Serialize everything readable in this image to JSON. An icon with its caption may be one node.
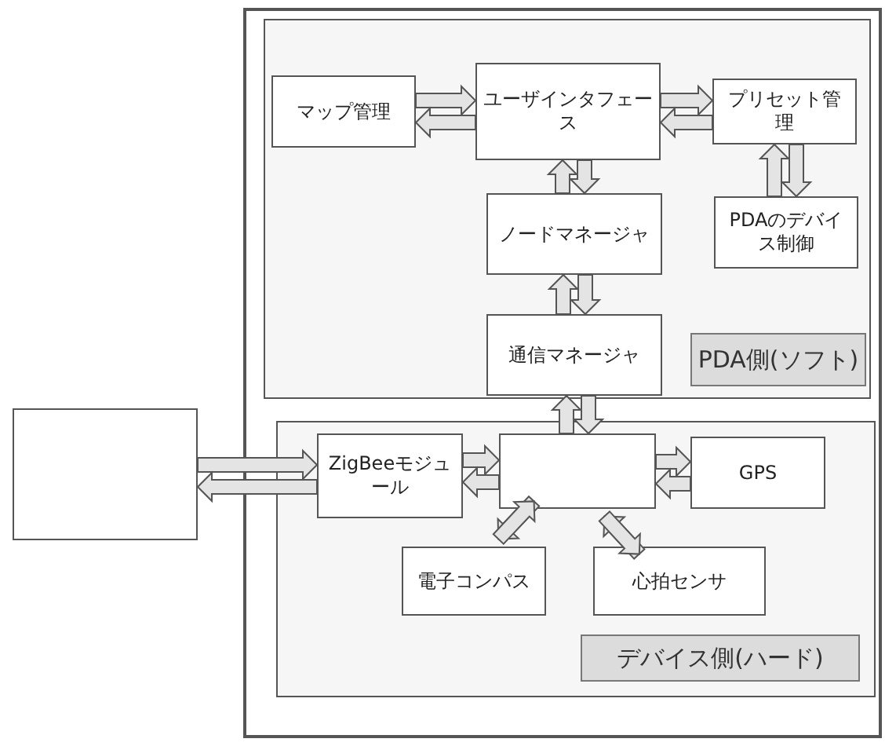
{
  "diagram": {
    "nodes": [
      {
        "text": [],
        "shape": "box"
      },
      {
        "text": [
          "PDA側(ソフト)"
        ],
        "in": 0
      },
      {
        "text": [
          "マップ管理"
        ],
        "in": 1
      },
      {
        "text": [
          "ユーザインタフェース"
        ],
        "in": 1
      },
      {
        "text": [
          "プリセット管理"
        ],
        "in": 1
      },
      {
        "text": [
          "ノードマネージャ"
        ],
        "in": 1
      },
      {
        "text": [
          "PDAのデバイス制御"
        ],
        "in": 1
      },
      {
        "text": [
          "通信マネージャ"
        ],
        "in": 1
      },
      {
        "text": [
          "デバイス側(ハード)"
        ],
        "in": 0
      },
      {
        "text": [
          "ZigBeeモジュール"
        ],
        "in": 8
      },
      {
        "text": [],
        "shape": "box",
        "in": 8
      },
      {
        "text": [
          "GPS"
        ],
        "in": 8
      },
      {
        "text": [
          "電子コンパス"
        ],
        "in": 8
      },
      {
        "text": [
          "心拍センサ"
        ],
        "in": 8
      },
      {
        "text": [],
        "shape": "box"
      }
    ],
    "edges": [
      {
        "from": 2,
        "to": 3,
        "arrow": "to"
      },
      {
        "from": 3,
        "to": 2,
        "arrow": "to"
      },
      {
        "from": 3,
        "to": 4,
        "arrow": "to"
      },
      {
        "from": 4,
        "to": 3,
        "arrow": "to"
      },
      {
        "from": 5,
        "to": 3,
        "arrow": "to"
      },
      {
        "from": 3,
        "to": 5,
        "arrow": "to"
      },
      {
        "from": 6,
        "to": 4,
        "arrow": "to"
      },
      {
        "from": 4,
        "to": 6,
        "arrow": "to"
      },
      {
        "from": 7,
        "to": 5,
        "arrow": "to"
      },
      {
        "from": 5,
        "to": 7,
        "arrow": "to"
      },
      {
        "from": 10,
        "to": 7,
        "arrow": "to"
      },
      {
        "from": 7,
        "to": 10,
        "arrow": "to"
      },
      {
        "from": 14,
        "to": 9,
        "arrow": "to"
      },
      {
        "from": 9,
        "to": 14,
        "arrow": "to"
      },
      {
        "from": 9,
        "to": 10,
        "arrow": "to"
      },
      {
        "from": 10,
        "to": 9,
        "arrow": "to"
      },
      {
        "from": 10,
        "to": 11,
        "arrow": "to"
      },
      {
        "from": 11,
        "to": 10,
        "arrow": "to"
      },
      {
        "from": 10,
        "to": 12,
        "arrow": "to"
      },
      {
        "from": 12,
        "to": 10,
        "arrow": "to"
      },
      {
        "from": 13,
        "to": 10,
        "arrow": "to"
      },
      {
        "from": 10,
        "to": 13,
        "arrow": "to"
      }
    ]
  }
}
